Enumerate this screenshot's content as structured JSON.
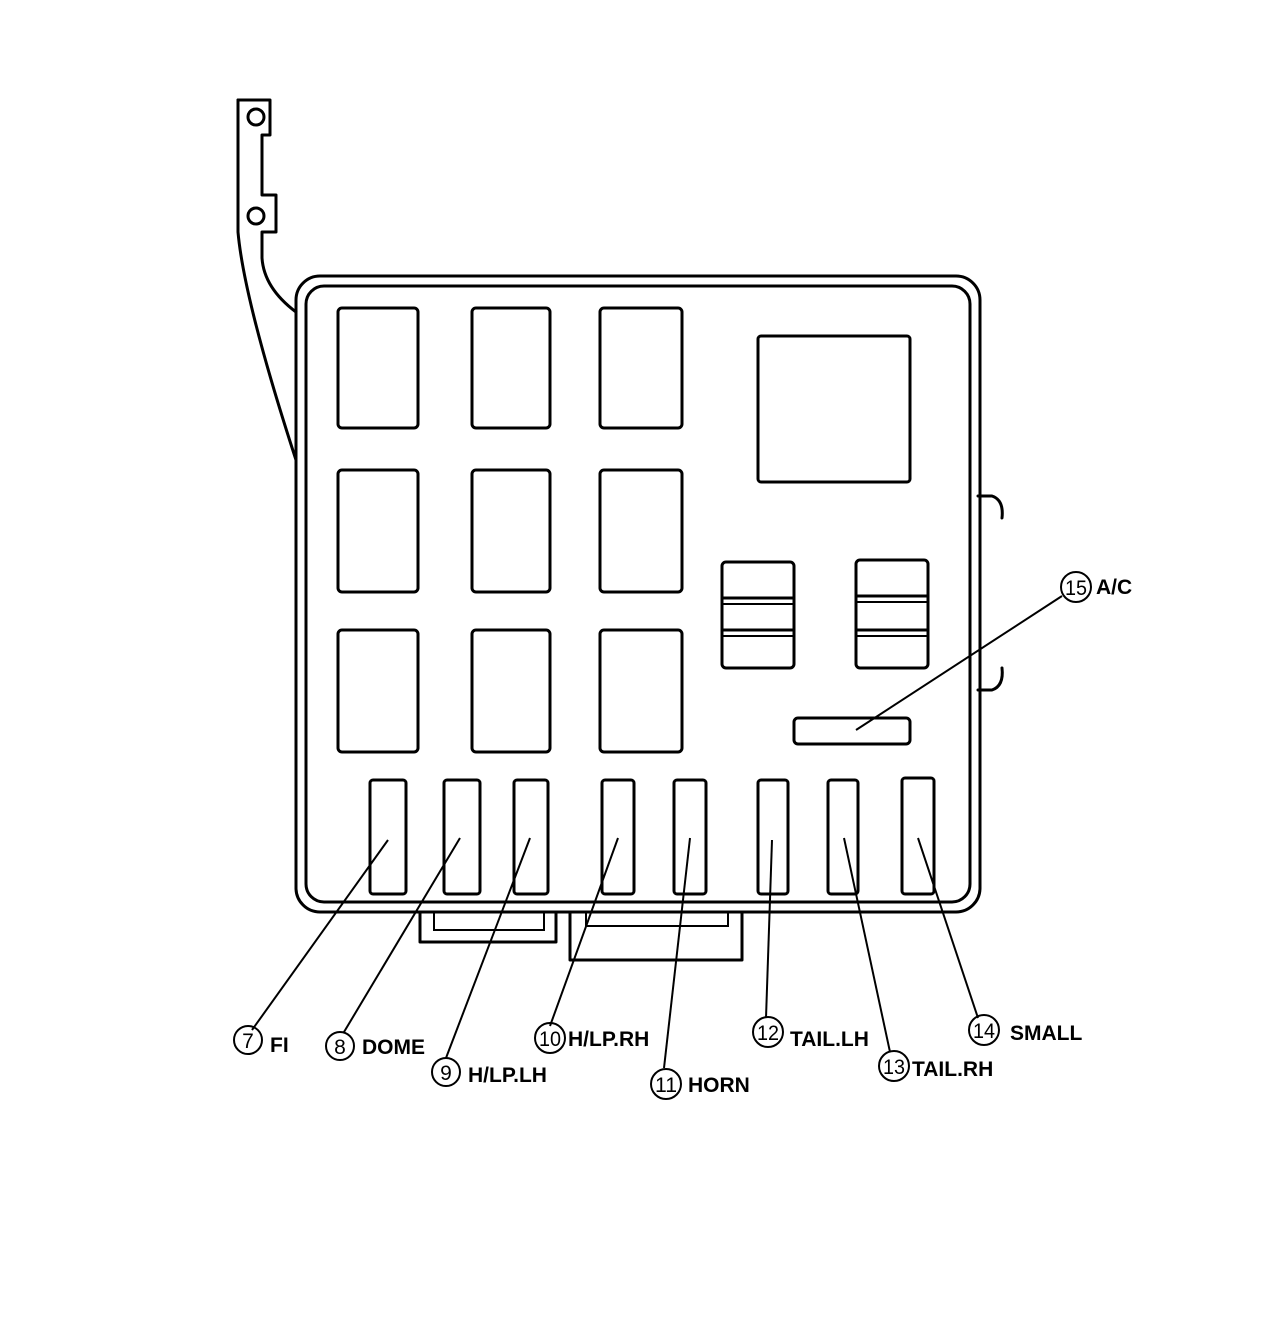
{
  "diagram": {
    "callouts": [
      {
        "number": "7",
        "label": "FI"
      },
      {
        "number": "8",
        "label": "DOME"
      },
      {
        "number": "9",
        "label": "H/LP.LH"
      },
      {
        "number": "10",
        "label": "H/LP.RH"
      },
      {
        "number": "11",
        "label": "HORN"
      },
      {
        "number": "12",
        "label": "TAIL.LH"
      },
      {
        "number": "13",
        "label": "TAIL.RH"
      },
      {
        "number": "14",
        "label": "SMALL"
      },
      {
        "number": "15",
        "label": "A/C"
      }
    ]
  }
}
